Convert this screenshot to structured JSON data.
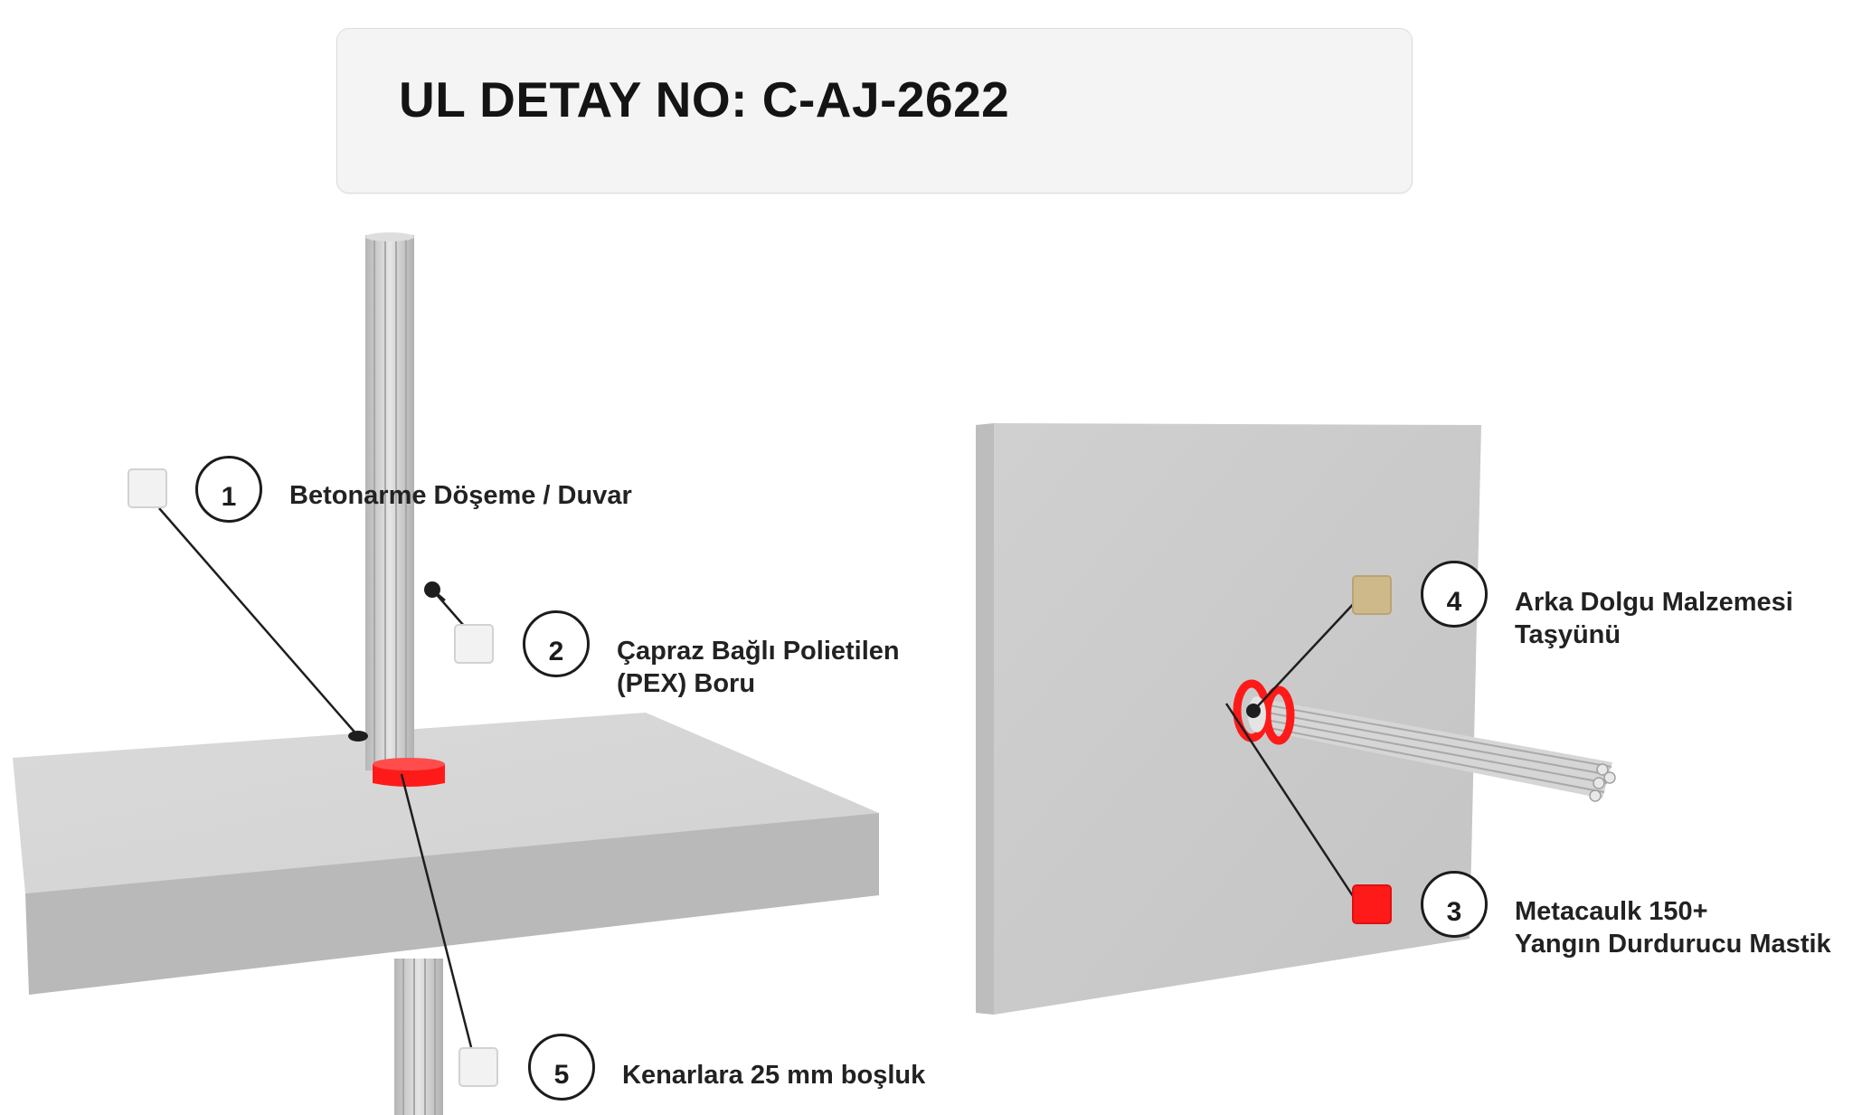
{
  "title": "UL DETAY NO: C-AJ-2622",
  "labels": {
    "l1": "Betonarme Döşeme / Duvar",
    "l2": [
      "Çapraz Bağlı Polietilen",
      "(PEX) Boru"
    ],
    "l3": [
      "Metacaulk 150+",
      "Yangın Durdurucu Mastik"
    ],
    "l4": [
      "Arka Dolgu Malzemesi",
      "Taşyünü"
    ],
    "l5": "Kenarlara 25 mm boşluk"
  },
  "numbers": {
    "n1": "1",
    "n2": "2",
    "n3": "3",
    "n4": "4",
    "n5": "5"
  },
  "colors": {
    "concrete_top": "#d9d9d9",
    "concrete_side": "#b8b8b8",
    "pipe": "#cfcfcf",
    "sealant_red": "#ff1a1a",
    "mineral_wool": "#cdb98a",
    "swatch_neutral": "#f2f2f2",
    "leader_line": "#1e1e1e"
  }
}
